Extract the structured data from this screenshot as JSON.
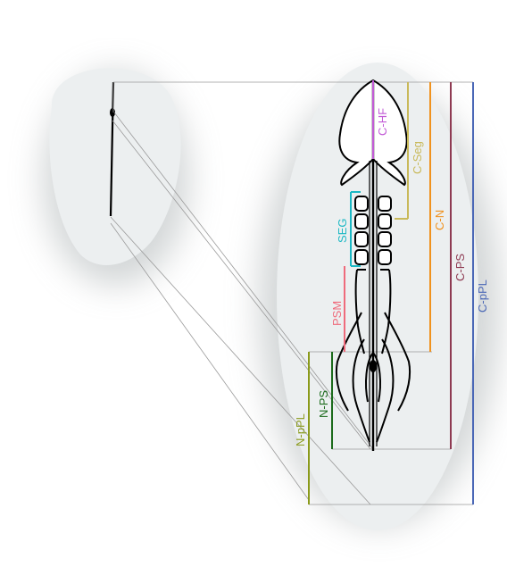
{
  "labels": {
    "c_hf": {
      "text": "C-HF",
      "color": "#c25bd6"
    },
    "c_seg": {
      "text": "C-Seg",
      "color": "#c9b95a"
    },
    "c_n": {
      "text": "C-N",
      "color": "#f0921e"
    },
    "c_ps": {
      "text": "C-PS",
      "color": "#8e3a52"
    },
    "c_ppl": {
      "text": "C-pPL",
      "color": "#4a67b6"
    },
    "seg": {
      "text": "SEG",
      "color": "#1bb8c4"
    },
    "psm": {
      "text": "PSM",
      "color": "#ef6b7c"
    },
    "n_ps": {
      "text": "N-PS",
      "color": "#1c6b1c"
    },
    "n_ppl": {
      "text": "N-pPL",
      "color": "#8a9a1a"
    }
  },
  "colors": {
    "embryo_fill": "#eceff0",
    "outline": "#000000",
    "guide": "#9a9a9a"
  }
}
